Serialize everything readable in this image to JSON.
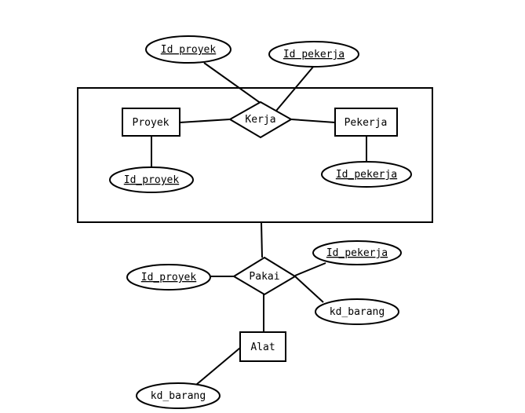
{
  "diagram": {
    "entities": {
      "proyek": "Proyek",
      "pekerja": "Pekerja",
      "alat": "Alat"
    },
    "relationships": {
      "kerja": "Kerja",
      "pakai": "Pakai"
    },
    "attributes": {
      "kerja_id_proyek": "Id proyek",
      "kerja_id_pekerja": "Id pekerja",
      "proyek_id_proyek": "Id_proyek",
      "pekerja_id_pekerja": "Id_pekerja",
      "pakai_id_proyek": "Id_proyek",
      "pakai_id_pekerja": "Id_pekerja",
      "pakai_kd_barang": "kd_barang",
      "alat_kd_barang": "kd_barang"
    }
  }
}
